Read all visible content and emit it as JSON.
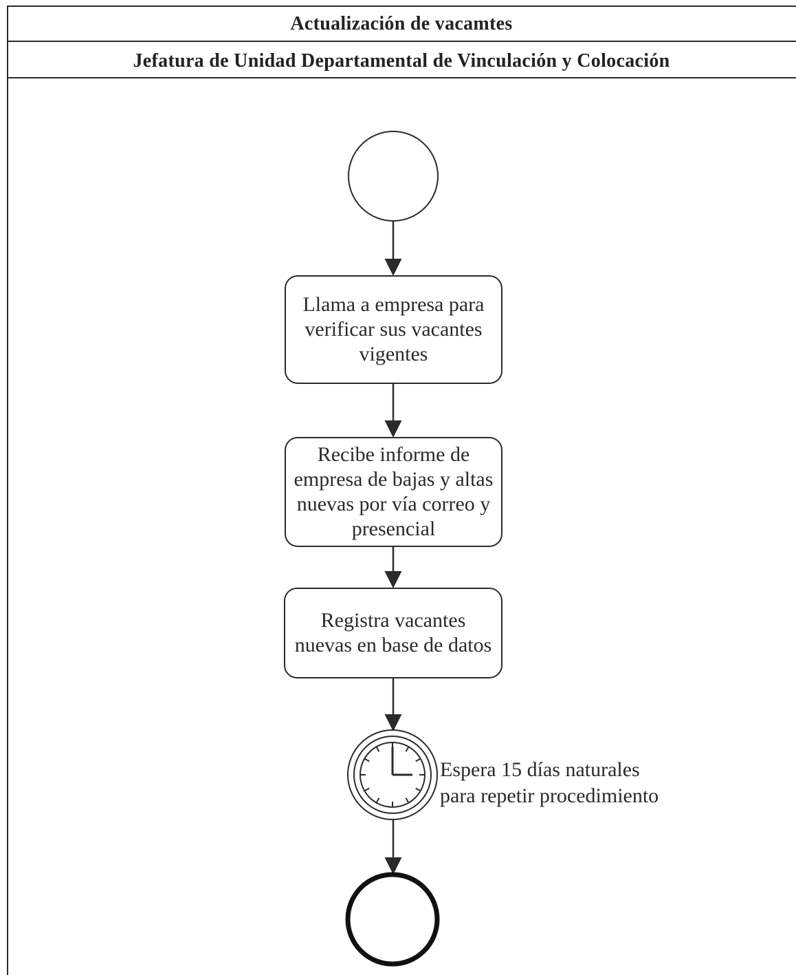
{
  "diagram": {
    "title": "Actualización de vacamtes",
    "lane": "Jefatura de Unidad Departamental de Vinculación y Colocación",
    "nodes": [
      {
        "id": "start",
        "type": "start-event"
      },
      {
        "id": "task1",
        "type": "task",
        "label": "Llama a empresa para verificar sus vacantes vigentes"
      },
      {
        "id": "task2",
        "type": "task",
        "label": "Recibe informe de empresa de bajas y altas nuevas por vía correo y presencial"
      },
      {
        "id": "task3",
        "type": "task",
        "label": "Registra vacantes nuevas en base de datos"
      },
      {
        "id": "timer",
        "type": "timer-intermediate-event",
        "label": "Espera 15 días naturales\npara repetir procedimiento",
        "icon": "clock-icon"
      },
      {
        "id": "end",
        "type": "end-event"
      }
    ],
    "flows": [
      [
        "start",
        "task1"
      ],
      [
        "task1",
        "task2"
      ],
      [
        "task2",
        "task3"
      ],
      [
        "task3",
        "timer"
      ],
      [
        "timer",
        "end"
      ]
    ]
  }
}
